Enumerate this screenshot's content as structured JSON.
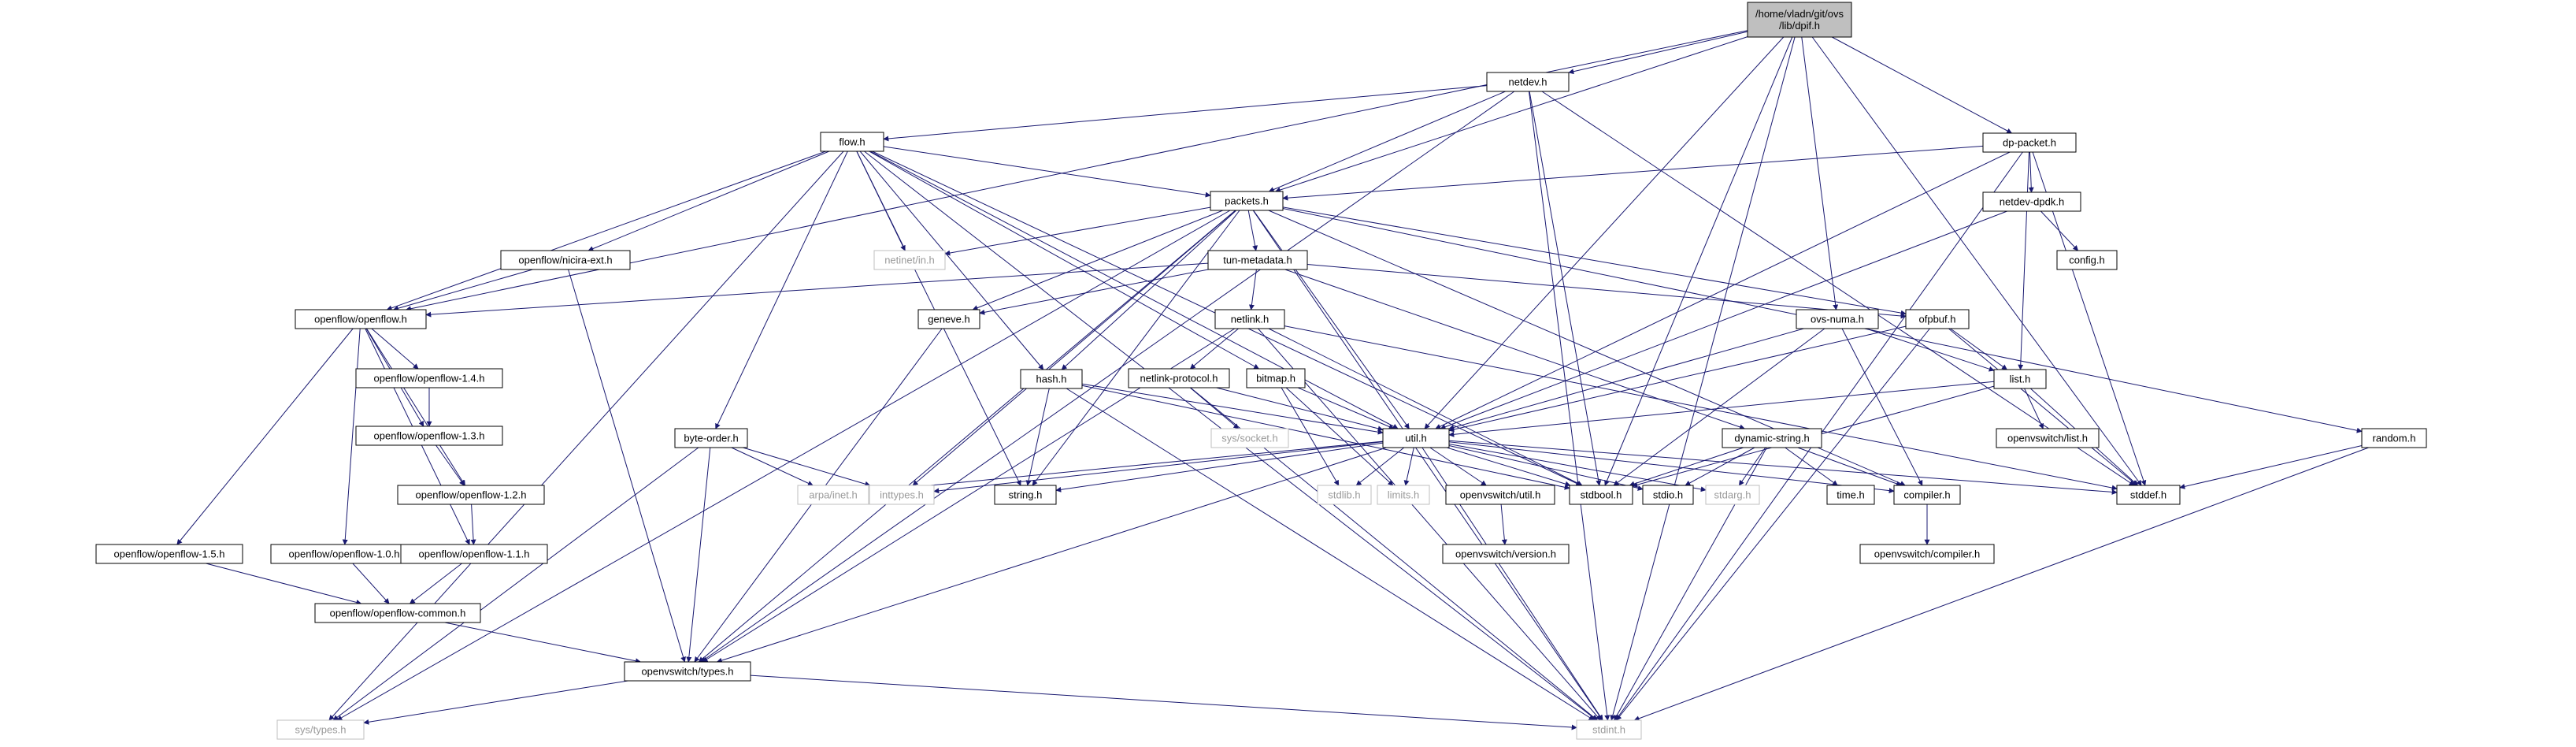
{
  "graph": {
    "type": "include-dependency-graph",
    "colors": {
      "edge": "#191970",
      "node_border": "#000000",
      "missing_border": "#bfbfbf",
      "root_fill": "#bfbfbf",
      "node_fill": "#ffffff",
      "missing_text": "#9a9a9a",
      "text": "#000000"
    },
    "nodes": [
      {
        "id": "root",
        "label": "/home/vladn/git/ovs\n/lib/dpif.h",
        "kind": "root"
      },
      {
        "id": "netdev",
        "label": "netdev.h",
        "kind": "normal"
      },
      {
        "id": "flow",
        "label": "flow.h",
        "kind": "normal"
      },
      {
        "id": "dppacket",
        "label": "dp-packet.h",
        "kind": "normal"
      },
      {
        "id": "packets",
        "label": "packets.h",
        "kind": "normal"
      },
      {
        "id": "netdevdpdk",
        "label": "netdev-dpdk.h",
        "kind": "normal"
      },
      {
        "id": "config",
        "label": "config.h",
        "kind": "normal"
      },
      {
        "id": "nicira",
        "label": "openflow/nicira-ext.h",
        "kind": "normal"
      },
      {
        "id": "netinet",
        "label": "netinet/in.h",
        "kind": "missing"
      },
      {
        "id": "tunmeta",
        "label": "tun-metadata.h",
        "kind": "normal"
      },
      {
        "id": "ovsnuma",
        "label": "ovs-numa.h",
        "kind": "normal"
      },
      {
        "id": "ofpbuf",
        "label": "ofpbuf.h",
        "kind": "normal"
      },
      {
        "id": "openflow",
        "label": "openflow/openflow.h",
        "kind": "normal"
      },
      {
        "id": "geneve",
        "label": "geneve.h",
        "kind": "normal"
      },
      {
        "id": "netlink",
        "label": "netlink.h",
        "kind": "normal"
      },
      {
        "id": "of14",
        "label": "openflow/openflow-1.4.h",
        "kind": "normal"
      },
      {
        "id": "hash",
        "label": "hash.h",
        "kind": "normal"
      },
      {
        "id": "bitmap",
        "label": "bitmap.h",
        "kind": "normal"
      },
      {
        "id": "nlproto",
        "label": "netlink-protocol.h",
        "kind": "normal"
      },
      {
        "id": "list",
        "label": "list.h",
        "kind": "normal"
      },
      {
        "id": "of13",
        "label": "openflow/openflow-1.3.h",
        "kind": "normal"
      },
      {
        "id": "byteorder",
        "label": "byte-order.h",
        "kind": "normal"
      },
      {
        "id": "syssocket",
        "label": "sys/socket.h",
        "kind": "missing"
      },
      {
        "id": "util",
        "label": "util.h",
        "kind": "normal"
      },
      {
        "id": "dynstr",
        "label": "dynamic-string.h",
        "kind": "normal"
      },
      {
        "id": "ovslist",
        "label": "openvswitch/list.h",
        "kind": "normal"
      },
      {
        "id": "random",
        "label": "random.h",
        "kind": "normal"
      },
      {
        "id": "of12",
        "label": "openflow/openflow-1.2.h",
        "kind": "normal"
      },
      {
        "id": "arpa",
        "label": "arpa/inet.h",
        "kind": "missing"
      },
      {
        "id": "inttypes",
        "label": "inttypes.h",
        "kind": "missing"
      },
      {
        "id": "string",
        "label": "string.h",
        "kind": "normal"
      },
      {
        "id": "stdlib",
        "label": "stdlib.h",
        "kind": "missing"
      },
      {
        "id": "limits",
        "label": "limits.h",
        "kind": "missing"
      },
      {
        "id": "ovsutil",
        "label": "openvswitch/util.h",
        "kind": "normal"
      },
      {
        "id": "stdbool",
        "label": "stdbool.h",
        "kind": "normal"
      },
      {
        "id": "stdio",
        "label": "stdio.h",
        "kind": "normal"
      },
      {
        "id": "stdarg",
        "label": "stdarg.h",
        "kind": "missing"
      },
      {
        "id": "time",
        "label": "time.h",
        "kind": "normal"
      },
      {
        "id": "compiler",
        "label": "compiler.h",
        "kind": "normal"
      },
      {
        "id": "stddef",
        "label": "stddef.h",
        "kind": "normal"
      },
      {
        "id": "ovsversion",
        "label": "openvswitch/version.h",
        "kind": "normal"
      },
      {
        "id": "ovscompiler",
        "label": "openvswitch/compiler.h",
        "kind": "normal"
      },
      {
        "id": "of15",
        "label": "openflow/openflow-1.5.h",
        "kind": "normal"
      },
      {
        "id": "of10",
        "label": "openflow/openflow-1.0.h",
        "kind": "normal"
      },
      {
        "id": "of11",
        "label": "openflow/openflow-1.1.h",
        "kind": "normal"
      },
      {
        "id": "ofcommon",
        "label": "openflow/openflow-common.h",
        "kind": "normal"
      },
      {
        "id": "ovstypes",
        "label": "openvswitch/types.h",
        "kind": "normal"
      },
      {
        "id": "systypes",
        "label": "sys/types.h",
        "kind": "missing"
      },
      {
        "id": "stdint",
        "label": "stdint.h",
        "kind": "missing"
      }
    ],
    "edges": [
      [
        "root",
        "netdev"
      ],
      [
        "root",
        "dppacket"
      ],
      [
        "root",
        "packets"
      ],
      [
        "root",
        "openflow"
      ],
      [
        "root",
        "util"
      ],
      [
        "root",
        "ovsnuma"
      ],
      [
        "root",
        "stdbool"
      ],
      [
        "root",
        "stddef"
      ],
      [
        "root",
        "stdint"
      ],
      [
        "netdev",
        "flow"
      ],
      [
        "netdev",
        "packets"
      ],
      [
        "netdev",
        "ovstypes"
      ],
      [
        "netdev",
        "stdbool"
      ],
      [
        "netdev",
        "stddef"
      ],
      [
        "netdev",
        "stdint"
      ],
      [
        "dppacket",
        "packets"
      ],
      [
        "dppacket",
        "netdevdpdk"
      ],
      [
        "dppacket",
        "list"
      ],
      [
        "dppacket",
        "util"
      ],
      [
        "dppacket",
        "stddef"
      ],
      [
        "dppacket",
        "stdint"
      ],
      [
        "netdevdpdk",
        "config"
      ],
      [
        "netdevdpdk",
        "util"
      ],
      [
        "flow",
        "packets"
      ],
      [
        "flow",
        "nicira"
      ],
      [
        "flow",
        "netinet"
      ],
      [
        "flow",
        "openflow"
      ],
      [
        "flow",
        "hash"
      ],
      [
        "flow",
        "bitmap"
      ],
      [
        "flow",
        "byteorder"
      ],
      [
        "flow",
        "util"
      ],
      [
        "flow",
        "string"
      ],
      [
        "flow",
        "stdbool"
      ],
      [
        "flow",
        "stdint"
      ],
      [
        "flow",
        "systypes"
      ],
      [
        "packets",
        "tunmeta"
      ],
      [
        "packets",
        "geneve"
      ],
      [
        "packets",
        "hash"
      ],
      [
        "packets",
        "util"
      ],
      [
        "packets",
        "netinet"
      ],
      [
        "packets",
        "inttypes"
      ],
      [
        "packets",
        "string"
      ],
      [
        "packets",
        "compiler"
      ],
      [
        "packets",
        "random"
      ],
      [
        "packets",
        "ovstypes"
      ],
      [
        "packets",
        "ofpbuf"
      ],
      [
        "packets",
        "stdint"
      ],
      [
        "packets",
        "systypes"
      ],
      [
        "nicira",
        "openflow"
      ],
      [
        "nicira",
        "ovstypes"
      ],
      [
        "tunmeta",
        "netlink"
      ],
      [
        "tunmeta",
        "ofpbuf"
      ],
      [
        "tunmeta",
        "geneve"
      ],
      [
        "tunmeta",
        "openflow"
      ],
      [
        "tunmeta",
        "dynstr"
      ],
      [
        "ovsnuma",
        "list"
      ],
      [
        "ovsnuma",
        "compiler"
      ],
      [
        "ovsnuma",
        "stdbool"
      ],
      [
        "ovsnuma",
        "util"
      ],
      [
        "ofpbuf",
        "list"
      ],
      [
        "ofpbuf",
        "util"
      ],
      [
        "ofpbuf",
        "stddef"
      ],
      [
        "ofpbuf",
        "stdint"
      ],
      [
        "openflow",
        "of14"
      ],
      [
        "openflow",
        "of13"
      ],
      [
        "openflow",
        "of12"
      ],
      [
        "openflow",
        "of11"
      ],
      [
        "openflow",
        "of10"
      ],
      [
        "openflow",
        "of15"
      ],
      [
        "geneve",
        "ovstypes"
      ],
      [
        "netlink",
        "nlproto"
      ],
      [
        "netlink",
        "ovstypes"
      ],
      [
        "netlink",
        "stdbool"
      ],
      [
        "netlink",
        "stddef"
      ],
      [
        "netlink",
        "stdint"
      ],
      [
        "of14",
        "of13"
      ],
      [
        "of13",
        "of12"
      ],
      [
        "of12",
        "of11"
      ],
      [
        "of11",
        "ofcommon"
      ],
      [
        "of10",
        "ofcommon"
      ],
      [
        "of15",
        "ofcommon"
      ],
      [
        "ofcommon",
        "ovstypes"
      ],
      [
        "hash",
        "util"
      ],
      [
        "hash",
        "string"
      ],
      [
        "hash",
        "stdbool"
      ],
      [
        "hash",
        "stdint"
      ],
      [
        "bitmap",
        "util"
      ],
      [
        "bitmap",
        "stdlib"
      ],
      [
        "bitmap",
        "limits"
      ],
      [
        "nlproto",
        "syssocket"
      ],
      [
        "nlproto",
        "util"
      ],
      [
        "nlproto",
        "stdint"
      ],
      [
        "list",
        "util"
      ],
      [
        "list",
        "ovslist"
      ],
      [
        "list",
        "stdbool"
      ],
      [
        "list",
        "stddef"
      ],
      [
        "byteorder",
        "arpa"
      ],
      [
        "byteorder",
        "inttypes"
      ],
      [
        "byteorder",
        "ovstypes"
      ],
      [
        "byteorder",
        "systypes"
      ],
      [
        "util",
        "arpa"
      ],
      [
        "util",
        "inttypes"
      ],
      [
        "util",
        "string"
      ],
      [
        "util",
        "stdlib"
      ],
      [
        "util",
        "limits"
      ],
      [
        "util",
        "ovsutil"
      ],
      [
        "util",
        "stdbool"
      ],
      [
        "util",
        "stdio"
      ],
      [
        "util",
        "stdarg"
      ],
      [
        "util",
        "compiler"
      ],
      [
        "util",
        "stddef"
      ],
      [
        "util",
        "ovstypes"
      ],
      [
        "util",
        "stdint"
      ],
      [
        "dynstr",
        "stdarg"
      ],
      [
        "dynstr",
        "stdio"
      ],
      [
        "dynstr",
        "stdbool"
      ],
      [
        "dynstr",
        "time"
      ],
      [
        "dynstr",
        "compiler"
      ],
      [
        "dynstr",
        "stdint"
      ],
      [
        "random",
        "stddef"
      ],
      [
        "random",
        "stdint"
      ],
      [
        "ovsutil",
        "ovsversion"
      ],
      [
        "compiler",
        "ovscompiler"
      ],
      [
        "ovstypes",
        "systypes"
      ],
      [
        "ovstypes",
        "stdint"
      ]
    ]
  }
}
